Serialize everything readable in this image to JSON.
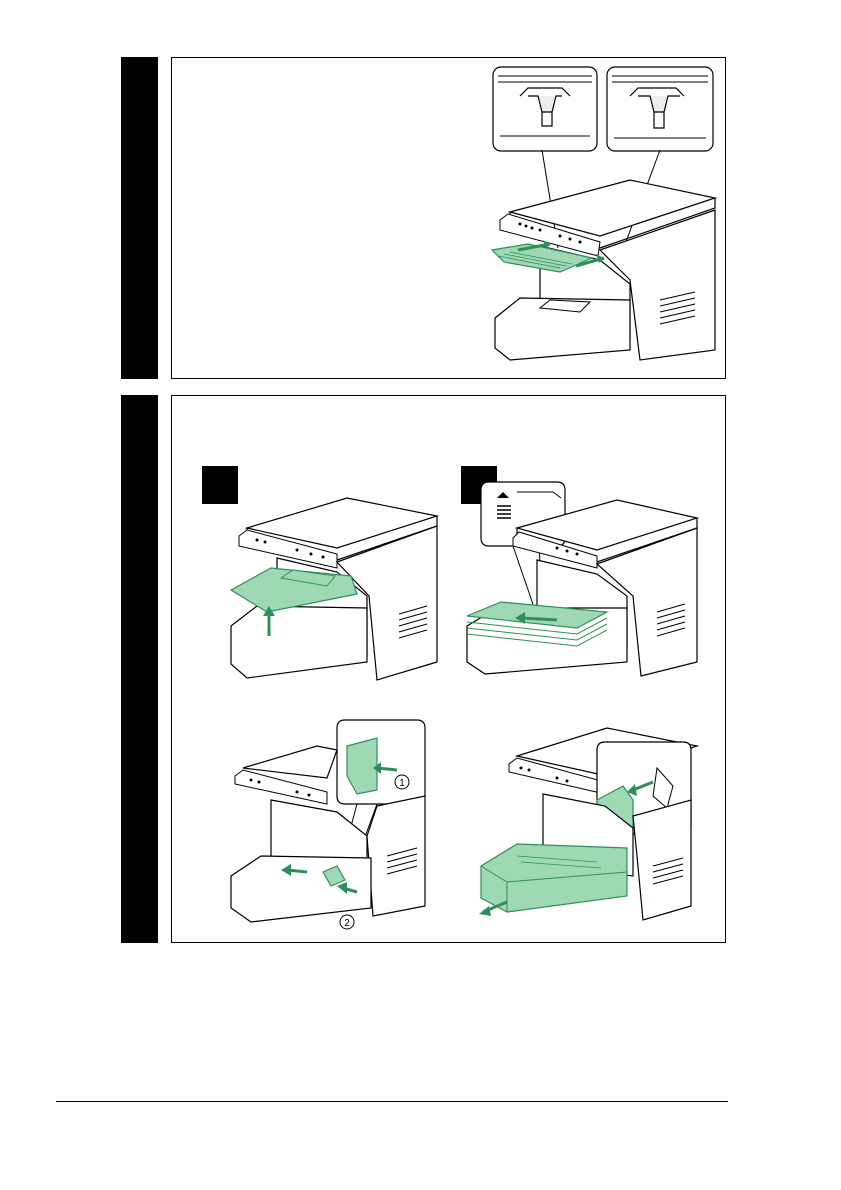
{
  "colors": {
    "ink": "#000000",
    "paper": "#ffffff",
    "accent_green": "#2f8f5b",
    "accent_green_fill": "#9fd9b4"
  },
  "figure1": {
    "detail_icons": [
      "tray-hook-closeup-left",
      "tray-hook-closeup-right"
    ],
    "main_icon": "printer-output-tray-attach"
  },
  "figure2": {
    "step_markers": 2,
    "callout_numbers": [
      "1",
      "2"
    ]
  }
}
